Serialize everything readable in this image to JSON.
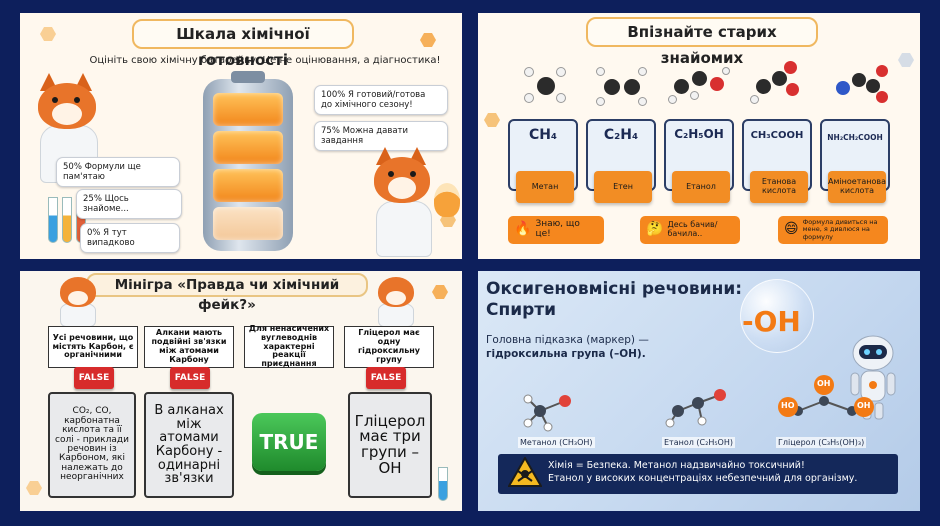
{
  "slide1": {
    "title": "Шкала хімічної готовності",
    "subtitle": "Оцініть свою хімічну батарейку. Це не оцінювання, а діагностика!",
    "levels": [
      {
        "label": "100%  Я готовий/готова\nдо хімічного сезону!",
        "fill": 1.0
      },
      {
        "label": "75%  Можна давати завдання",
        "fill": 0.75
      },
      {
        "label": "50% Формули ще пам'ятаю",
        "fill": 0.5
      },
      {
        "label": "25% Щось знайоме...",
        "fill": 0.25
      },
      {
        "label": "0%  Я тут випадково",
        "fill": 0.0
      }
    ],
    "accent": "#f2861b"
  },
  "slide2": {
    "title": "Впізнайте старих знайомих",
    "cards": [
      {
        "formula": "CH₄",
        "name": "Метан"
      },
      {
        "formula": "C₂H₄",
        "name": "Етен"
      },
      {
        "formula": "C₂H₅OH",
        "name": "Етанол"
      },
      {
        "formula": "CH₃COOH",
        "name": "Етанова кислота"
      },
      {
        "formula": "NH₂CH₂COOH",
        "name": "Амінoетанова кислота"
      }
    ],
    "buttons": [
      {
        "icon": "🔥",
        "label": "Знаю, що це!"
      },
      {
        "icon": "🤔",
        "label": "Десь бачив/бачила.."
      },
      {
        "icon": "😄",
        "label": "Формула дивиться на мене, я дивлюся на формулу"
      }
    ]
  },
  "slide3": {
    "title": "Мінігра «Правда чи хімічний фейк?»",
    "questions": [
      {
        "q": "Усі речовини, що містять Карбон, є органічними",
        "verdict": "FALSE",
        "answer": "CO₂, CO, карбонатна кислота та її солі - приклади речовин із Карбоном, які належать до неорганічних"
      },
      {
        "q": "Алкани мають подвійні зв'язки між атомами Карбону",
        "verdict": "FALSE",
        "answer": "В алканах між атомами Карбону - одинарні зв'язки"
      },
      {
        "q": "Для ненасичених вуглеводнів характерні реакції приєднання",
        "verdict": "TRUE",
        "answer": ""
      },
      {
        "q": "Гліцерол має одну гідроксильну групу",
        "verdict": "FALSE",
        "answer": "Гліцерол має три групи – OH"
      }
    ],
    "true_label": "TRUE"
  },
  "slide4": {
    "title": "Оксигеновмісні речовини:\nСпирти",
    "subtitle_1": "Головна підказка (маркер) —",
    "subtitle_2": "гідроксильна група (–OH).",
    "oh_label": "-OH",
    "molecules": [
      {
        "label": "Метанол (CH₃OH)"
      },
      {
        "label": "Етанол (C₂H₅OH)"
      },
      {
        "label": "Гліцерол (C₃H₅(OH)₃)"
      }
    ],
    "oh_small": "OH",
    "ho_small": "HO",
    "warning_1": "Хімія = Безпека. Метанол надзвичайно токсичний!",
    "warning_2": "Етанол у високих концентраціях небезпечний для організму."
  }
}
